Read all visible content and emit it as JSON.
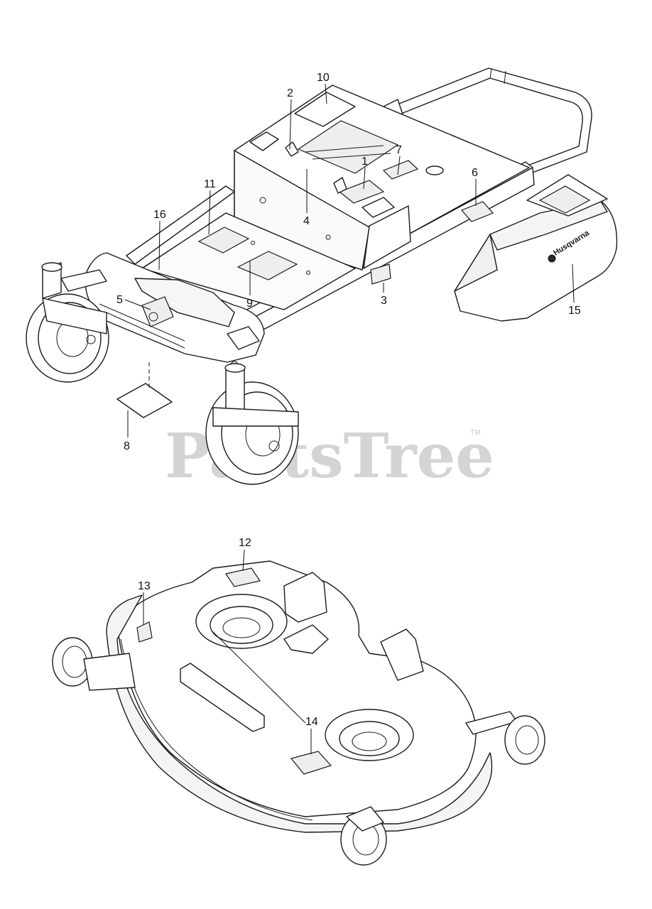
{
  "watermark": {
    "text": "PartsTree",
    "trademark": "TM"
  },
  "brand_text": "Husqvarna",
  "callouts": [
    {
      "id": "c10",
      "label": "10"
    },
    {
      "id": "c2",
      "label": "2"
    },
    {
      "id": "c7",
      "label": "7"
    },
    {
      "id": "c1",
      "label": "1"
    },
    {
      "id": "c6",
      "label": "6"
    },
    {
      "id": "c11",
      "label": "11"
    },
    {
      "id": "c4",
      "label": "4"
    },
    {
      "id": "c16",
      "label": "16"
    },
    {
      "id": "c9",
      "label": "9"
    },
    {
      "id": "c3",
      "label": "3"
    },
    {
      "id": "c15",
      "label": "15"
    },
    {
      "id": "c5",
      "label": "5"
    },
    {
      "id": "c8",
      "label": "8"
    },
    {
      "id": "c12",
      "label": "12"
    },
    {
      "id": "c13",
      "label": "13"
    },
    {
      "id": "c14",
      "label": "14"
    }
  ],
  "colors": {
    "line": "#1a1a1a",
    "watermark": "#d4d4d4",
    "background": "#ffffff"
  }
}
